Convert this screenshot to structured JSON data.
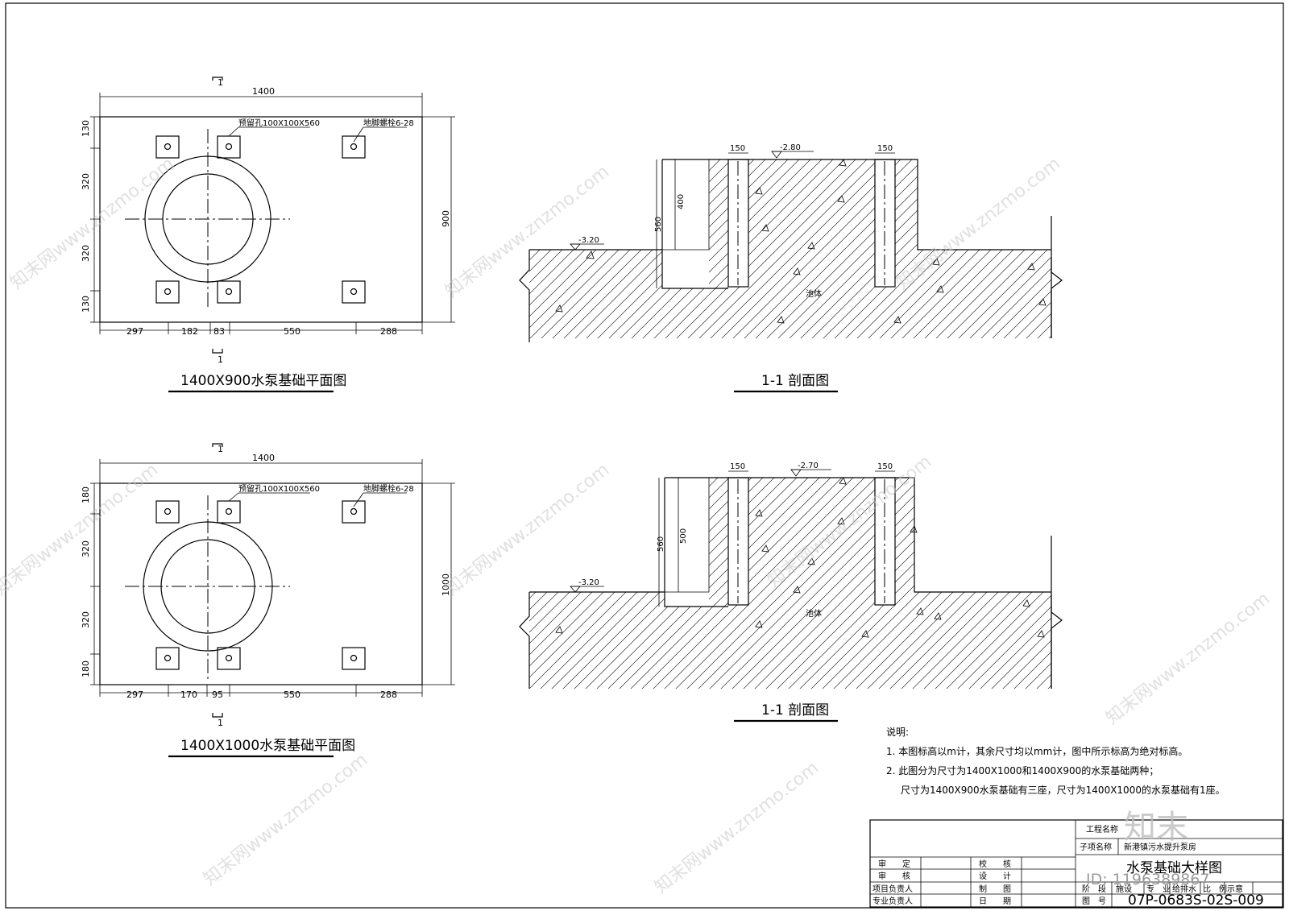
{
  "plan_top": {
    "title": "1400X900水泵基础平面图",
    "section_mark": "1",
    "overall_width": "1400",
    "overall_height": "900",
    "embed_label": "预留孔100X100X560",
    "bolt_label": "地脚螺栓6-28",
    "v_dims": [
      "130",
      "320",
      "320",
      "130"
    ],
    "h_dims": [
      "297",
      "182",
      "83",
      "550",
      "288"
    ]
  },
  "plan_bottom": {
    "title": "1400X1000水泵基础平面图",
    "section_mark": "1",
    "overall_width": "1400",
    "overall_height": "1000",
    "embed_label": "预留孔100X100X560",
    "bolt_label": "地脚螺栓6-28",
    "v_dims": [
      "180",
      "320",
      "320",
      "180"
    ],
    "h_dims": [
      "297",
      "170",
      "95",
      "550",
      "288"
    ]
  },
  "section_top": {
    "title": "1-1 剖面图",
    "elev_top": "-2.80",
    "elev_ground": "-3.20",
    "dim_slot_left": "150",
    "dim_slot_right": "150",
    "dim_depth": "560",
    "dim_inner": "400",
    "pool_label": "池体"
  },
  "section_bottom": {
    "title": "1-1 剖面图",
    "elev_top": "-2.70",
    "elev_ground": "-3.20",
    "dim_slot_left": "150",
    "dim_slot_right": "150",
    "dim_depth": "560",
    "dim_inner": "500",
    "pool_label": "池体"
  },
  "notes": {
    "heading": "说明:",
    "line1": "1. 本图标高以m计，其余尺寸均以mm计，图中所示标高为绝对标高。",
    "line2": "2. 此图分为尺寸为1400X1000和1400X900的水泵基础两种；",
    "line3": "尺寸为1400X900水泵基础有三座，尺寸为1400X1000的水泵基础有1座。"
  },
  "title_block": {
    "project_name_label": "工程名称",
    "sub_item_label": "子项名称",
    "sub_item_value": "新港镇污水提升泵房",
    "drawing_title": "水泵基础大样图",
    "roles": [
      "审　　定",
      "审　　核",
      "项目负责人",
      "专业负责人"
    ],
    "roles2": [
      "校　　核",
      "设　　计",
      "制　　图",
      "日　　期"
    ],
    "stage_label": "阶　段",
    "stage_value": "施设",
    "discipline_label": "专　业",
    "discipline_value": "给排水",
    "scale_label": "比　例",
    "scale_value": "示意",
    "drawing_no_label": "图　号",
    "drawing_no": "07P-0683S-02S-009"
  },
  "watermark": {
    "brand": "知末",
    "id": "ID: 1196389867",
    "site": "知末网www.znzmo.com"
  }
}
